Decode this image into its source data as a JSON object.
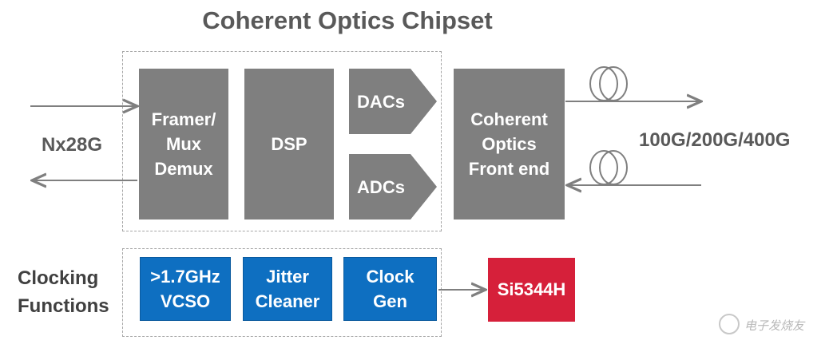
{
  "title": "Coherent Optics Chipset",
  "blocks": {
    "framer": "Framer/\nMux\nDemux",
    "dsp": "DSP",
    "dacs": "DACs",
    "adcs": "ADCs",
    "frontend": "Coherent\nOptics\nFront end",
    "vcso": ">1.7GHz\nVCSO",
    "jitter": "Jitter\nCleaner",
    "clockgen": "Clock\nGen",
    "si5344h": "Si5344H"
  },
  "labels": {
    "input_rate": "Nx28G",
    "output_rate": "100G/200G/400G",
    "clocking": "Clocking\nFunctions"
  },
  "watermark": "电子发烧友",
  "colors": {
    "gray": "#7f7f7f",
    "blue": "#0e6fc1",
    "red": "#d6203a"
  }
}
